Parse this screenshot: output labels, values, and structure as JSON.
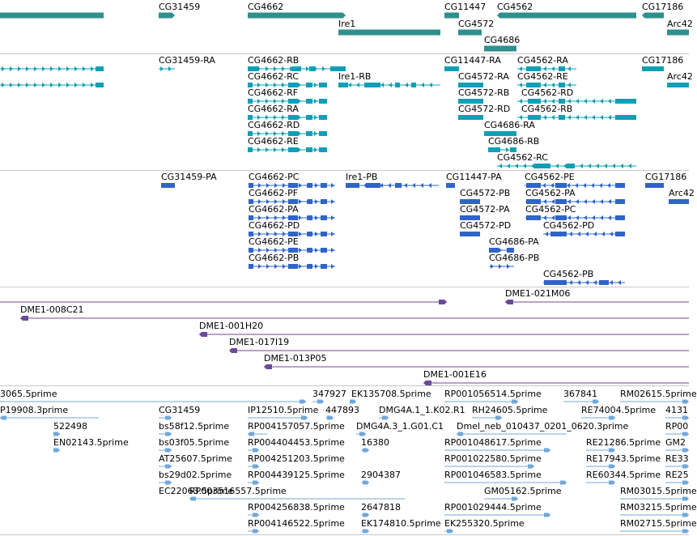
{
  "colors": {
    "gene": "#2f8f8f",
    "transcript": "#0f9fb6",
    "protein": "#2f64c8",
    "bac": "#6b4a96",
    "est": "#6fa8dc",
    "separator": "#c8c8c8"
  },
  "tracks": {
    "genes": [
      "CG31459",
      "CG4662",
      "Ire1",
      "CG11447",
      "CG4572",
      "CG4562",
      "CG4686",
      "CG17186",
      "Arc42"
    ],
    "transcripts": [
      "CG31459-RA",
      "CG4662-RB",
      "CG4662-RC",
      "CG4662-RF",
      "CG4662-RA",
      "CG4662-RD",
      "CG4662-RE",
      "Ire1-RB",
      "CG11447-RA",
      "CG4572-RA",
      "CG4572-RB",
      "CG4572-RD",
      "CG4562-RA",
      "CG4562-RE",
      "CG4562-RD",
      "CG4562-RB",
      "CG4686-RA",
      "CG4686-RB",
      "CG4562-RC",
      "CG17186",
      "Arc42"
    ],
    "proteins": [
      "CG31459-PA",
      "CG4662-PC",
      "CG4662-PF",
      "CG4662-PA",
      "CG4662-PD",
      "CG4662-PE",
      "CG4662-PB",
      "Ire1-PB",
      "CG11447-PA",
      "CG4572-PB",
      "CG4572-PA",
      "CG4572-PD",
      "CG4562-PE",
      "CG4562-PA",
      "CG4562-PC",
      "CG4562-PD",
      "CG4686-PA",
      "CG4686-PB",
      "CG4562-PB",
      "CG17186",
      "Arc42"
    ],
    "bacs": [
      "DME1-021M06",
      "DME1-008C21",
      "DME1-001H20",
      "DME1-017I19",
      "DME1-013P05",
      "DME1-001E16"
    ],
    "ests": [
      "3065.5prime",
      "347927",
      "EK135708.5prime",
      "RP001056514.5prime",
      "367841",
      "RM02615.5prime",
      "P19908.3prime",
      "CG31459",
      "IP12510.5prime",
      "447893",
      "DMG4A.1_1.K02.R1",
      "RH24605.5prime",
      "RE74004.5prime",
      "4131",
      "522498",
      "bs58f12.5prime",
      "bs03f05.5prime",
      "RP004157057.5prime",
      "DMG4A.3_1.G01.C1",
      "Dmel_neb_010437_0201_0620.3prime",
      "RP00",
      "EN02143.5prime",
      "AT25607.5prime",
      "RP004404453.5prime",
      "16380",
      "RP001048617.5prime",
      "RE21286.5prime",
      "GM2",
      "bs29d02.5prime",
      "RP004251203.5prime",
      "RP001022580.5prime",
      "RE17943.5prime",
      "RE33",
      "EC22063.5prime",
      "RP004439125.5prime",
      "2904387",
      "RP001046583.5prime",
      "RE60344.5prime",
      "RE25",
      "RP003516557.5prime",
      "GM05162.5prime",
      "RM03015.5prime",
      "RP004256838.5prime",
      "2647818",
      "RP001029444.5prime",
      "RM03215.5prime",
      "RP004146522.5prime",
      "EK174810.5prime",
      "EK255320.5prime",
      "RM02715.5prime"
    ]
  }
}
